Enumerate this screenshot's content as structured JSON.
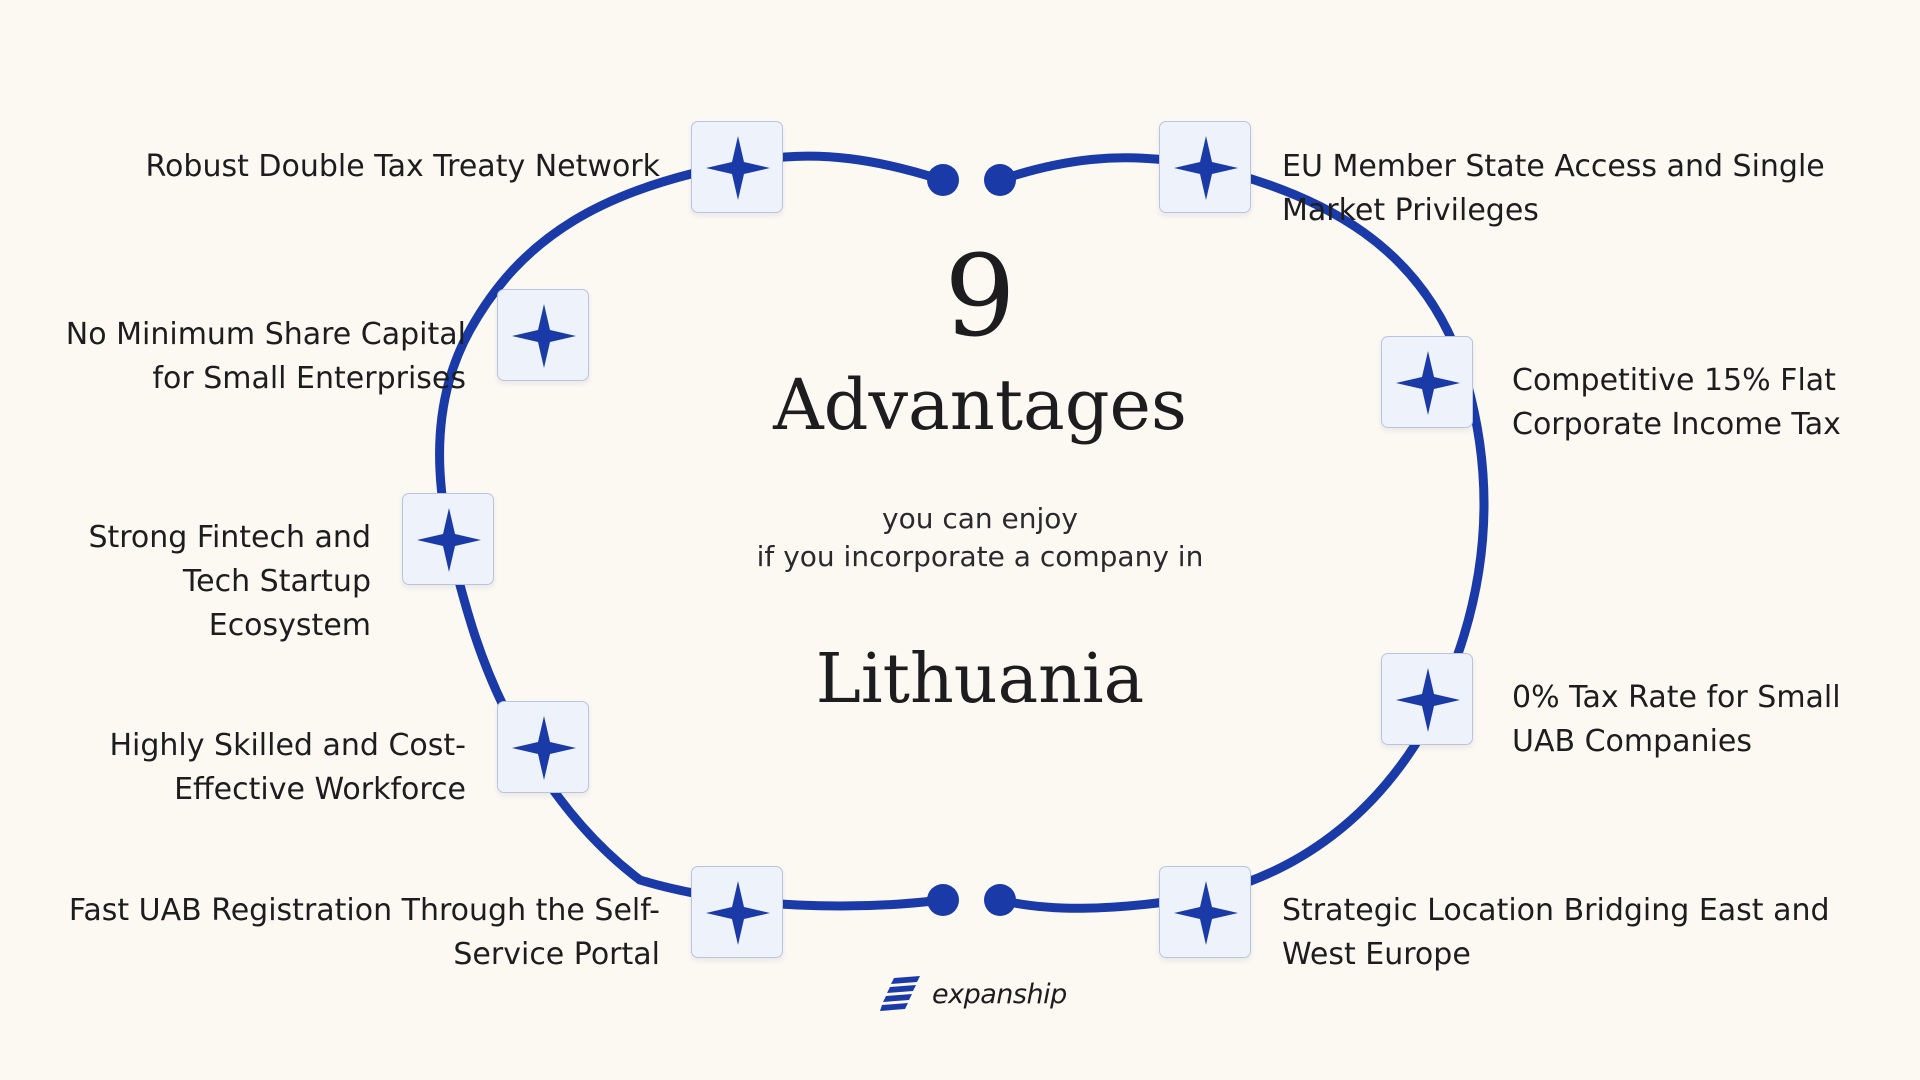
{
  "center": {
    "number": "9",
    "title": "Advantages",
    "subtitle_line1": "you can enjoy",
    "subtitle_line2": "if you incorporate a company in",
    "country": "Lithuania"
  },
  "advantages": [
    {
      "icon": "star-icon",
      "lines": [
        "Robust Double Tax Treaty Network"
      ]
    },
    {
      "icon": "star-icon",
      "lines": [
        "No Minimum Share Capital",
        "for Small Enterprises"
      ]
    },
    {
      "icon": "star-icon",
      "lines": [
        "Strong Fintech and",
        "Tech Startup",
        "Ecosystem"
      ]
    },
    {
      "icon": "star-icon",
      "lines": [
        "Highly Skilled and Cost-",
        "Effective Workforce"
      ]
    },
    {
      "icon": "star-icon",
      "lines": [
        "Fast UAB Registration Through the Self-",
        "Service Portal"
      ]
    },
    {
      "icon": "star-icon",
      "lines": [
        "EU Member State Access and Single",
        "Market Privileges"
      ]
    },
    {
      "icon": "star-icon",
      "lines": [
        "Competitive 15% Flat",
        "Corporate Income Tax"
      ]
    },
    {
      "icon": "star-icon",
      "lines": [
        "0% Tax Rate for Small",
        "UAB Companies"
      ]
    },
    {
      "icon": "star-icon",
      "lines": [
        "Strategic Location Bridging East and",
        "West Europe"
      ]
    }
  ],
  "brand": {
    "name": "expanship",
    "icon": "expanship-logo-icon"
  },
  "colors": {
    "background": "#FCF9F3",
    "ring": "#1A3AA8",
    "star": "#1A3AA8",
    "node_fill": "#EEF2FB",
    "text": "#1d1d1f"
  }
}
